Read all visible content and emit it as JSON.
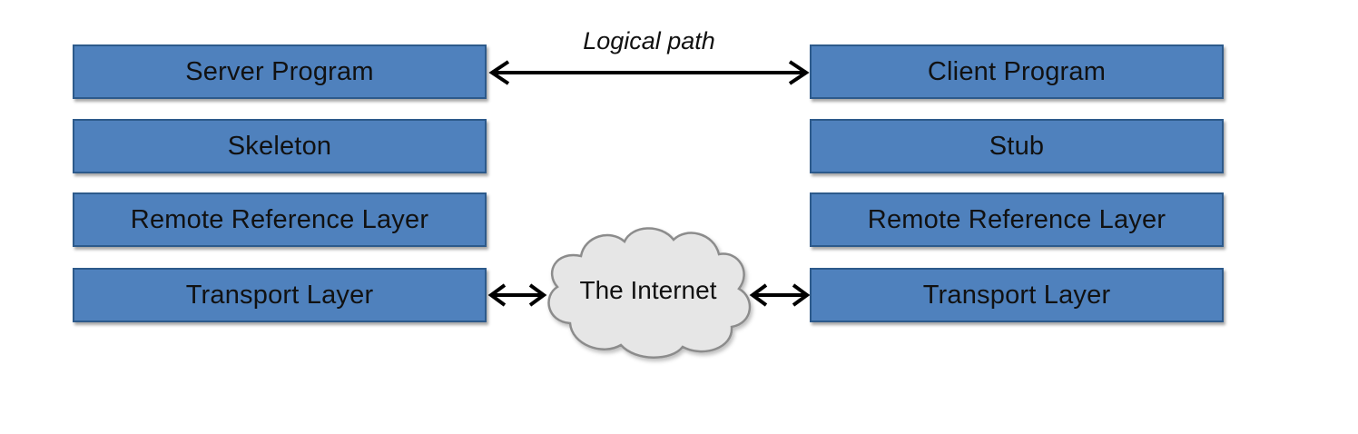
{
  "diagram": {
    "logical_path_label": "Logical path",
    "internet_label": "The Internet",
    "server_stack": [
      "Server Program",
      "Skeleton",
      "Remote Reference Layer",
      "Transport Layer"
    ],
    "client_stack": [
      "Client Program",
      "Stub",
      "Remote Reference Layer",
      "Transport Layer"
    ],
    "colors": {
      "box_fill": "#4f81bd",
      "box_border": "#2d5a8b",
      "cloud_fill": "#e6e6e6",
      "cloud_stroke": "#8c8c8c",
      "arrow": "#000000"
    }
  }
}
